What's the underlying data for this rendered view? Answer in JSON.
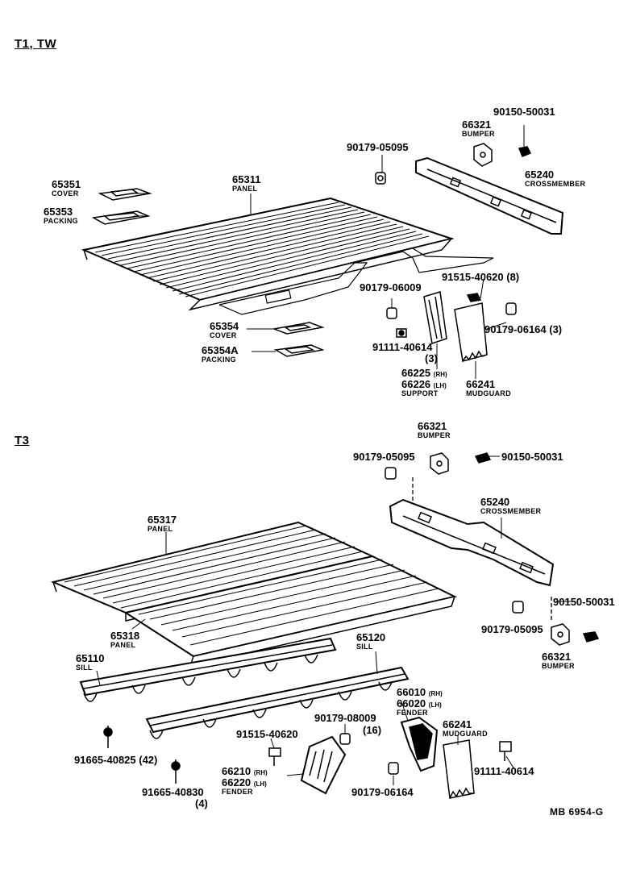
{
  "sections": {
    "top": "T1, TW",
    "bottom": "T3"
  },
  "labels": {
    "a1": {
      "num": "90150-50031"
    },
    "a2": {
      "num": "66321",
      "name": "BUMPER"
    },
    "a3": {
      "num": "90179-05095"
    },
    "a4": {
      "num": "65240",
      "name": "CROSSMEMBER"
    },
    "a5": {
      "num": "65351",
      "name": "COVER"
    },
    "a6": {
      "num": "65311",
      "name": "PANEL"
    },
    "a7": {
      "num": "65353",
      "name": "PACKING"
    },
    "a8": {
      "num": "91515-40620 (8)"
    },
    "a9": {
      "num": "90179-06009"
    },
    "a10": {
      "num": "90179-06164  (3)"
    },
    "a11": {
      "num": "65354",
      "name": "COVER"
    },
    "a12": {
      "num": "91111-40614"
    },
    "a12q": {
      "num": "(3)"
    },
    "a13": {
      "num": "65354A",
      "name": "PACKING"
    },
    "a14a": {
      "num": "66225",
      "tag": "(RH)"
    },
    "a14b": {
      "num": "66226",
      "tag": "(LH)",
      "name": "SUPPORT"
    },
    "a15": {
      "num": "66241",
      "name": "MUDGUARD"
    },
    "b1": {
      "num": "66321",
      "name": "BUMPER"
    },
    "b2": {
      "num": "90179-05095"
    },
    "b3": {
      "num": "90150-50031"
    },
    "b4": {
      "num": "65240",
      "name": "CROSSMEMBER"
    },
    "b5": {
      "num": "65317",
      "name": "PANEL"
    },
    "b6": {
      "num": "90150-50031"
    },
    "b7": {
      "num": "90179-05095"
    },
    "b8": {
      "num": "66321",
      "name": "BUMPER"
    },
    "b9": {
      "num": "65318",
      "name": "PANEL"
    },
    "b10": {
      "num": "65120",
      "name": "SILL"
    },
    "b11": {
      "num": "65110",
      "name": "SILL"
    },
    "b12a": {
      "num": "66010",
      "tag": "(RH)"
    },
    "b12b": {
      "num": "66020",
      "tag": "(LH)",
      "name": "FENDER"
    },
    "b13": {
      "num": "90179-08009"
    },
    "b13q": {
      "num": "(16)"
    },
    "b14": {
      "num": "66241",
      "name": "MUDGUARD"
    },
    "b15": {
      "num": "91515-40620"
    },
    "b16": {
      "num": "91665-40825  (42)"
    },
    "b17a": {
      "num": "66210",
      "tag": "(RH)"
    },
    "b17b": {
      "num": "66220",
      "tag": "(LH)",
      "name": "FENDER"
    },
    "b18": {
      "num": "91111-40614"
    },
    "b19": {
      "num": "91665-40830"
    },
    "b19q": {
      "num": "(4)"
    },
    "b20": {
      "num": "90179-06164"
    }
  },
  "footer": "MB  6954-G"
}
